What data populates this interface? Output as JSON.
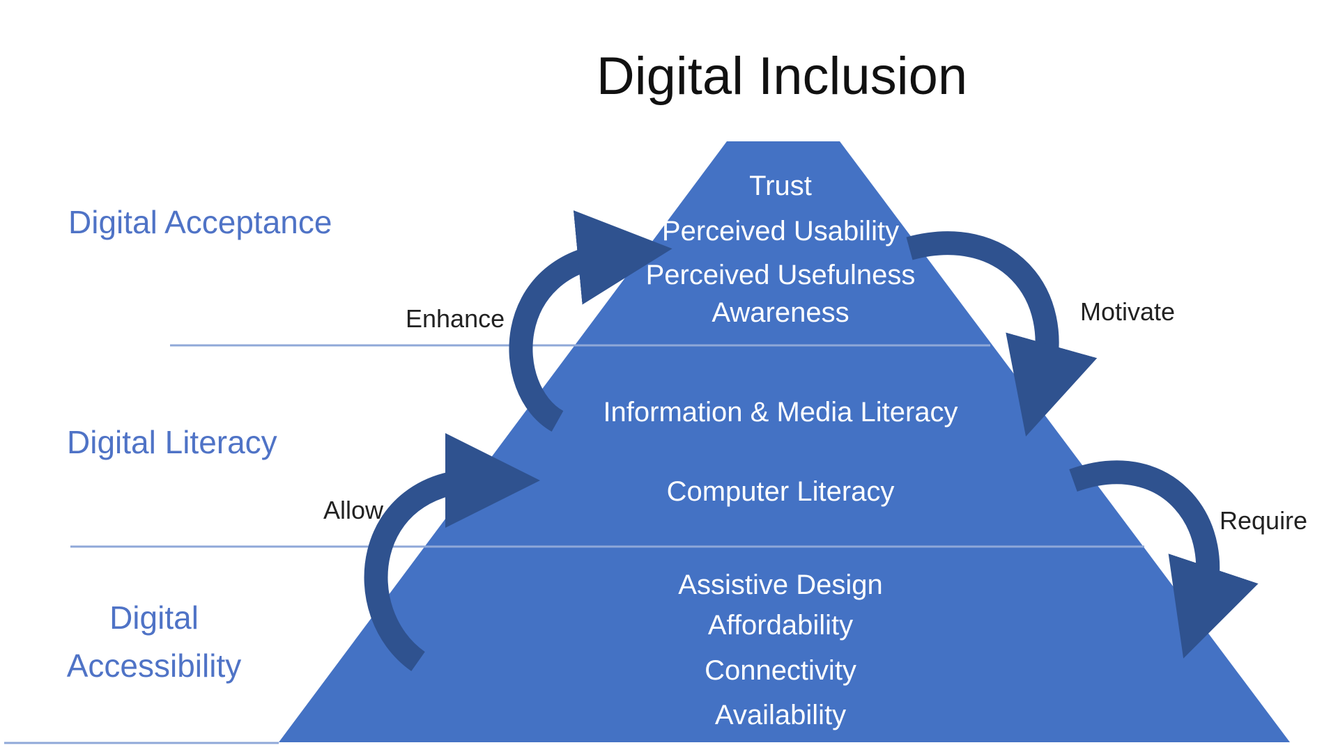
{
  "title": "Digital Inclusion",
  "levels": {
    "acceptance": "Digital Acceptance",
    "literacy": "Digital Literacy",
    "accessibility_line1": "Digital",
    "accessibility_line2": "Accessibility"
  },
  "relations": {
    "enhance": "Enhance",
    "allow": "Allow",
    "motivate": "Motivate",
    "require": "Require"
  },
  "pyramid": {
    "acceptance_items": [
      "Trust",
      "Perceived Usability",
      "Perceived Usefulness",
      "Awareness"
    ],
    "literacy_items": [
      "Information & Media Literacy",
      "Computer Literacy"
    ],
    "accessibility_items": [
      "Assistive Design",
      "Affordability",
      "Connectivity",
      "Availability"
    ]
  },
  "colors": {
    "pyramid": "#4472c4",
    "arrow": "#2f528f",
    "divider": "#8fa8d8",
    "level_text": "#4f73c6"
  }
}
